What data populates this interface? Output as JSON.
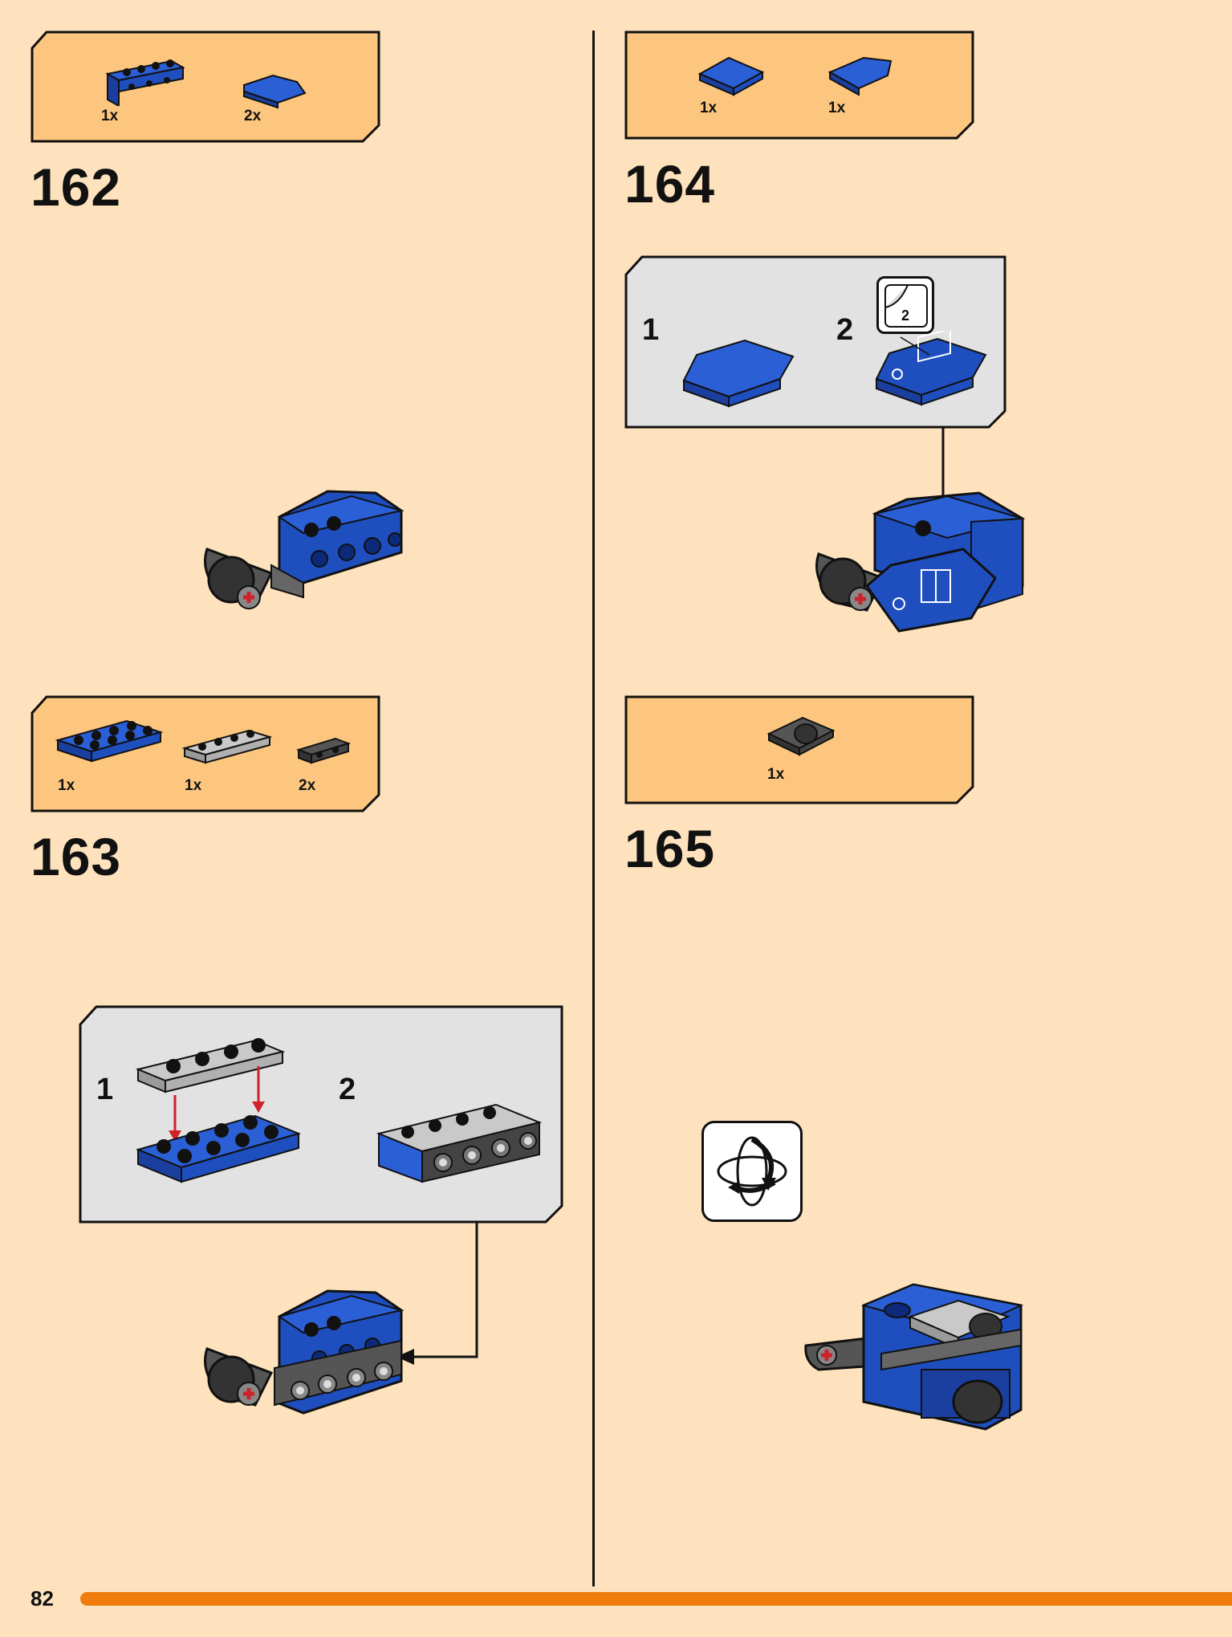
{
  "page": {
    "number": "82"
  },
  "steps": [
    {
      "id": "162",
      "number": "162",
      "parts": [
        {
          "qty": "1x",
          "icon": "blue-bracket-plate-icon"
        },
        {
          "qty": "2x",
          "icon": "blue-corner-tile-icon"
        }
      ]
    },
    {
      "id": "163",
      "number": "163",
      "parts": [
        {
          "qty": "1x",
          "icon": "blue-plate-2x4-icon"
        },
        {
          "qty": "1x",
          "icon": "grey-plate-1x4-icon"
        },
        {
          "qty": "2x",
          "icon": "dark-bracket-icon"
        }
      ],
      "substeps": [
        {
          "label": "1"
        },
        {
          "label": "2"
        }
      ]
    },
    {
      "id": "164",
      "number": "164",
      "parts": [
        {
          "qty": "1x",
          "icon": "blue-tile-icon"
        },
        {
          "qty": "1x",
          "icon": "blue-wedge-tile-icon"
        }
      ],
      "substeps": [
        {
          "label": "1"
        },
        {
          "label": "2"
        }
      ],
      "sticker": {
        "label": "2"
      }
    },
    {
      "id": "165",
      "number": "165",
      "parts": [
        {
          "qty": "1x",
          "icon": "dark-grey-plate-with-round-icon"
        }
      ],
      "rotate_icon": "rotate-model-icon"
    }
  ],
  "colors": {
    "background": "#fde2bd",
    "parts_box": "#fcc67e",
    "callout": "#e2e2e2",
    "brick_blue": "#1f4fbf",
    "brick_grey": "#b9b9b9",
    "brick_dark": "#4a4a4a",
    "accent_orange": "#f07c0e",
    "arrow_red": "#d0202a"
  }
}
